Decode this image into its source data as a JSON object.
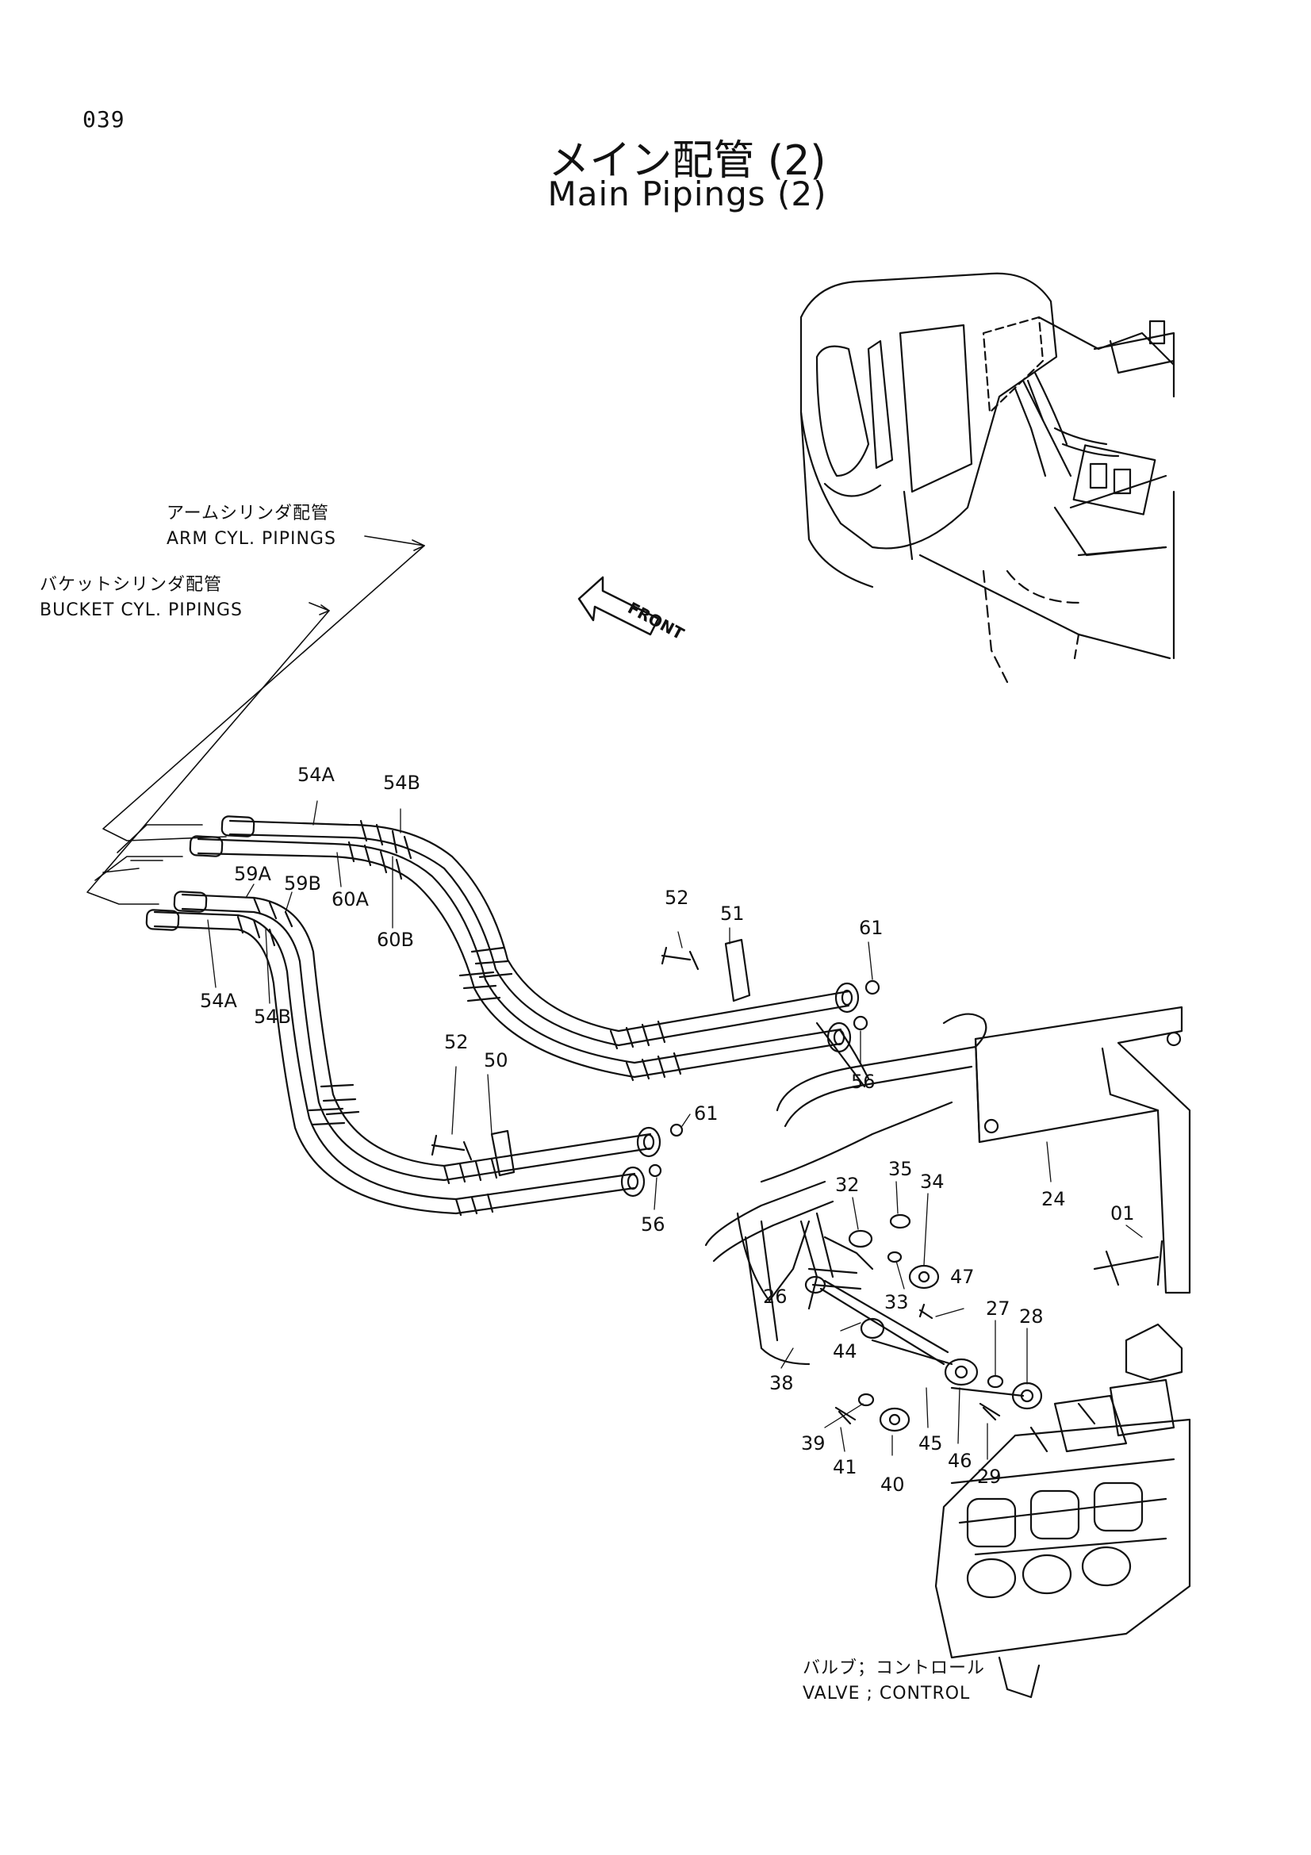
{
  "page_number": "039",
  "title_jp": "メイン配管 (2)",
  "title_en": "Main Pipings (2)",
  "callouts": {
    "arm_jp": "アームシリンダ配管",
    "arm_en": "ARM CYL. PIPINGS",
    "bucket_jp": "バケットシリンダ配管",
    "bucket_en": "BUCKET CYL. PIPINGS",
    "valve_jp": "バルブ；コントロール",
    "valve_en": "VALVE ; CONTROL",
    "front": "FRONT"
  },
  "part_labels": {
    "p54A_top": "54A",
    "p54B_top": "54B",
    "p59A": "59A",
    "p59B": "59B",
    "p60A": "60A",
    "p60B": "60B",
    "p54A_bot": "54A",
    "p54B_bot": "54B",
    "p52_top": "52",
    "p51": "51",
    "p61_top": "61",
    "p56_top": "56",
    "p52_mid": "52",
    "p50": "50",
    "p61_mid": "61",
    "p56_mid": "56",
    "p24": "24",
    "p01": "01",
    "p35": "35",
    "p34": "34",
    "p32": "32",
    "p33": "33",
    "p47": "47",
    "p26": "26",
    "p44": "44",
    "p27": "27",
    "p28": "28",
    "p38": "38",
    "p39": "39",
    "p41": "41",
    "p40": "40",
    "p45": "45",
    "p46": "46",
    "p29": "29"
  }
}
